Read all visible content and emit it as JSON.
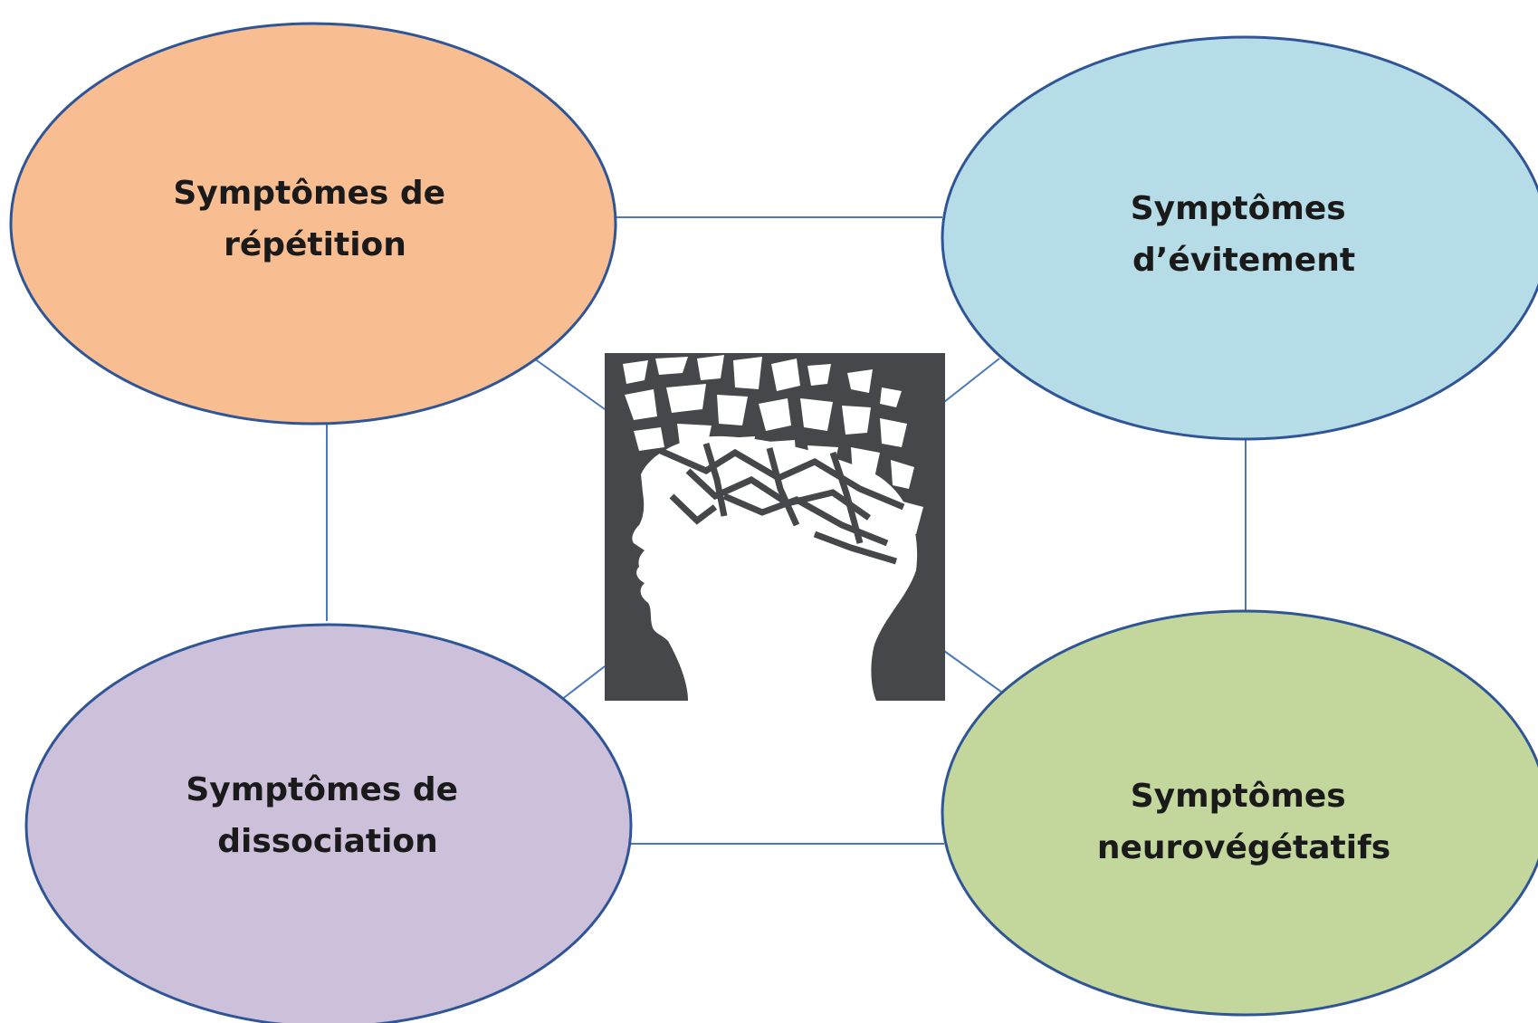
{
  "diagram": {
    "nodes": [
      {
        "id": "repetition",
        "lines": [
          "Symptômes de",
          "répétition"
        ],
        "color": "#f8be92"
      },
      {
        "id": "evitement",
        "lines": [
          "Symptômes",
          "d’évitement"
        ],
        "color": "#b6dce7"
      },
      {
        "id": "dissociation",
        "lines": [
          "Symptômes de",
          "dissociation"
        ],
        "color": "#ccc0da"
      },
      {
        "id": "neurovegetatifs",
        "lines": [
          "Symptômes",
          "neurovégétatifs"
        ],
        "color": "#c3d69b"
      }
    ],
    "center_image": {
      "icon": "shattered-head-profile-icon",
      "background": "#45474a"
    },
    "outline_color": "#2f5597",
    "connector_color": "#4a78b8"
  }
}
